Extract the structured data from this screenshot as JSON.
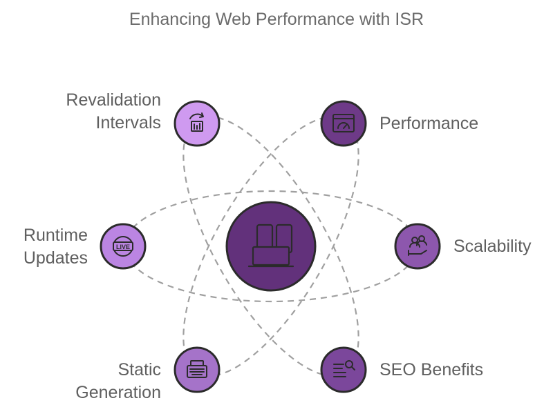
{
  "title": "Enhancing Web Performance with ISR",
  "center": {
    "icon": "devices-icon"
  },
  "nodes": [
    {
      "id": "revalidation",
      "label_lines": [
        "Revalidation",
        "Intervals"
      ],
      "icon": "refresh-calendar-icon",
      "color": "#cf9af0"
    },
    {
      "id": "performance",
      "label_lines": [
        "Performance"
      ],
      "icon": "browser-speed-icon",
      "color": "#6e3a88"
    },
    {
      "id": "runtime",
      "label_lines": [
        "Runtime",
        "Updates"
      ],
      "icon": "live-globe-icon",
      "color": "#bb85e3"
    },
    {
      "id": "scalability",
      "label_lines": [
        "Scalability"
      ],
      "icon": "users-growth-icon",
      "color": "#8d57ad"
    },
    {
      "id": "static",
      "label_lines": [
        "Static",
        "Generation"
      ],
      "icon": "typewriter-icon",
      "color": "#a573c9"
    },
    {
      "id": "seo",
      "label_lines": [
        "SEO Benefits"
      ],
      "icon": "search-list-icon",
      "color": "#7b479b"
    }
  ],
  "colors": {
    "center": "#62317b",
    "orbit": "#9b9b9b",
    "stroke": "#2b2b2b",
    "text": "#5f5f5f"
  }
}
